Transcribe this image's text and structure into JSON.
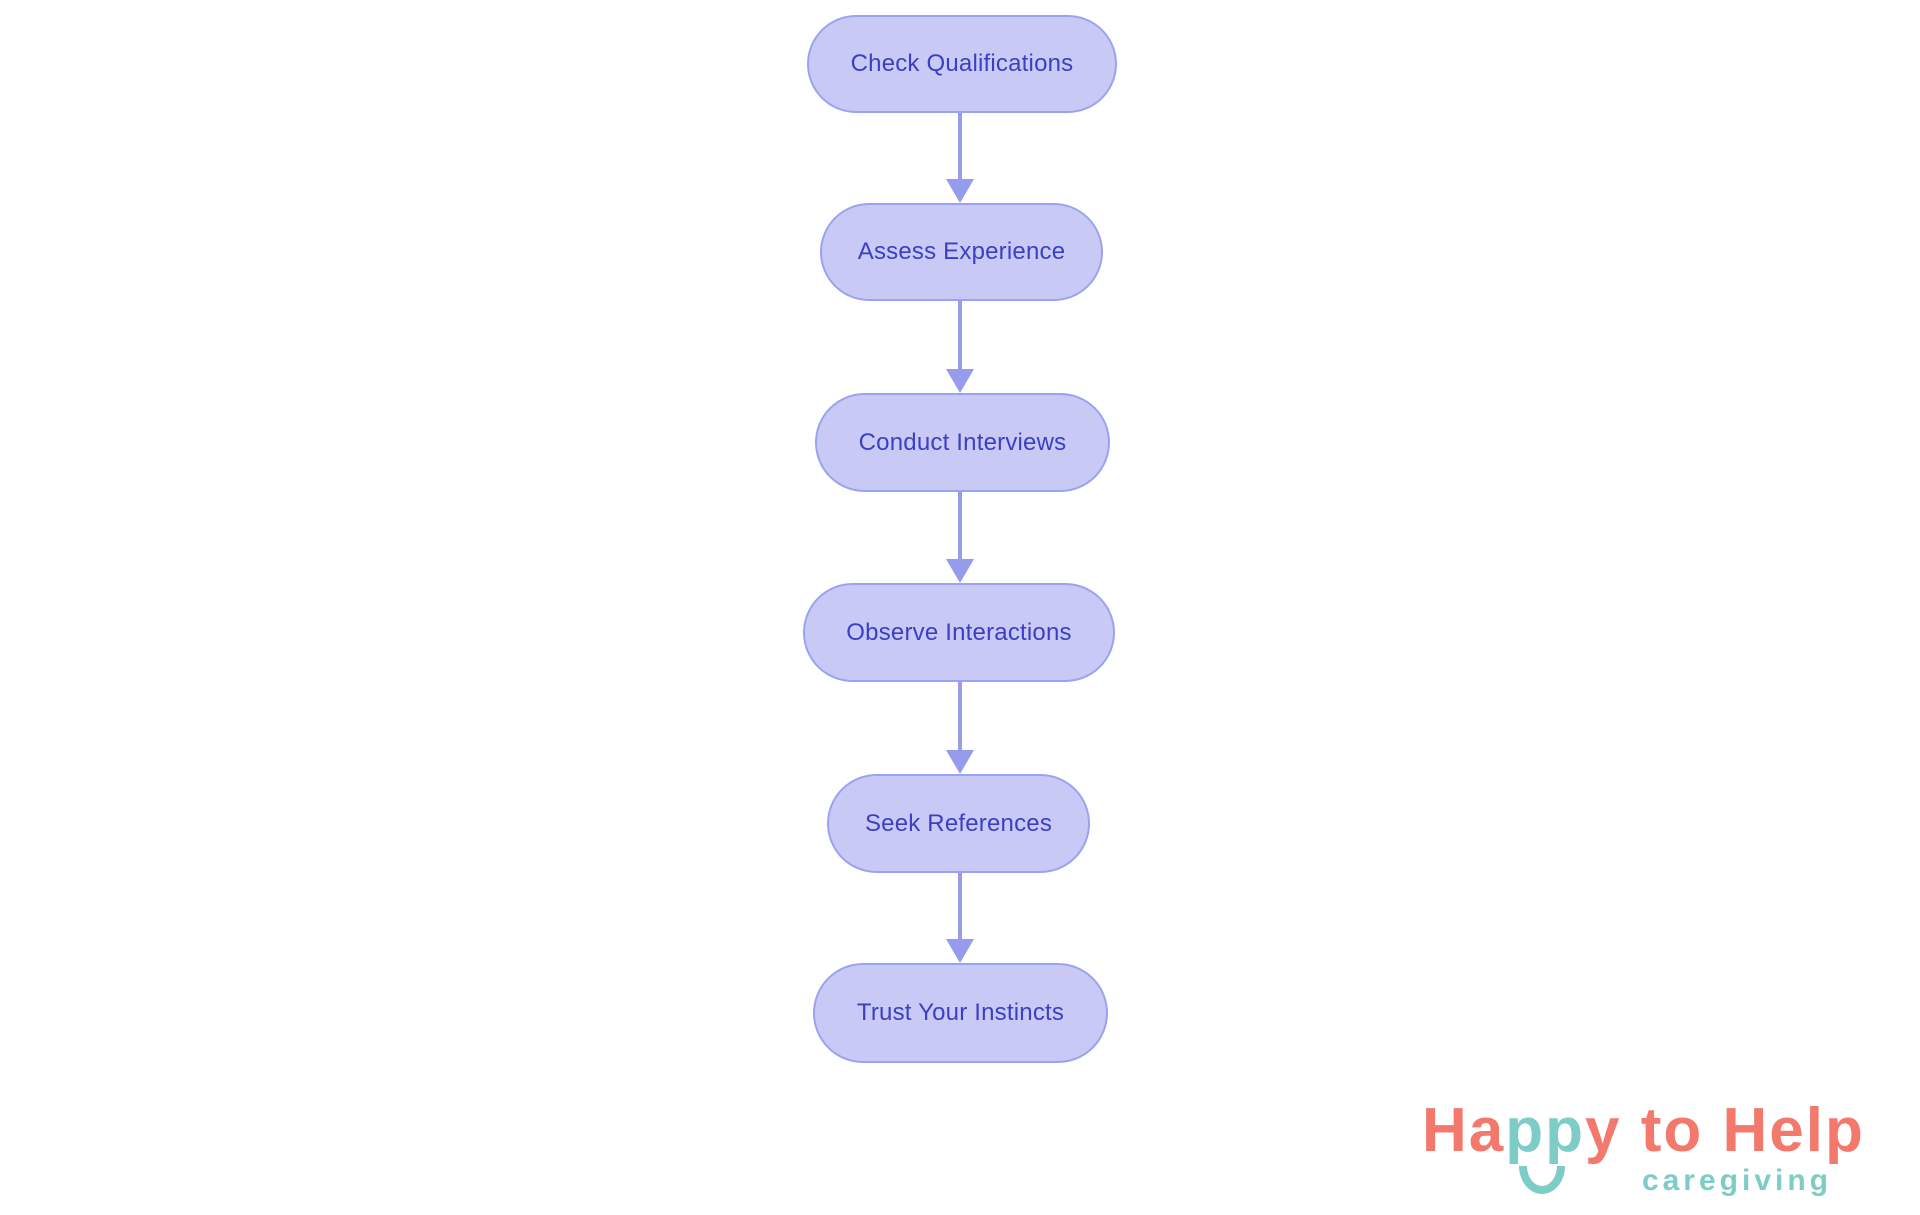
{
  "page": {
    "background": "#ffffff",
    "type": "flowchart-diagram"
  },
  "flowchart": {
    "direction": "top-down",
    "nodes": [
      {
        "id": "check-qualifications",
        "label": "Check Qualifications"
      },
      {
        "id": "assess-experience",
        "label": "Assess Experience"
      },
      {
        "id": "conduct-interviews",
        "label": "Conduct Interviews"
      },
      {
        "id": "observe-interactions",
        "label": "Observe Interactions"
      },
      {
        "id": "seek-references",
        "label": "Seek References"
      },
      {
        "id": "trust-your-instincts",
        "label": "Trust Your Instincts"
      }
    ],
    "connections": [
      {
        "from": "check-qualifications",
        "to": "assess-experience"
      },
      {
        "from": "assess-experience",
        "to": "conduct-interviews"
      },
      {
        "from": "conduct-interviews",
        "to": "observe-interactions"
      },
      {
        "from": "observe-interactions",
        "to": "seek-references"
      },
      {
        "from": "seek-references",
        "to": "trust-your-instincts"
      }
    ],
    "style": {
      "node_fill": "#c8caf5",
      "node_border": "#9ba2f0",
      "node_text": "#3b3fc4",
      "arrow_color": "#959cec",
      "node_shape": "stadium"
    }
  },
  "logo": {
    "brand_parts": [
      {
        "text": "Ha",
        "color": "#f3796d"
      },
      {
        "text": "pp",
        "color": "#7dccc6"
      },
      {
        "text": "y to Help",
        "color": "#f3796d"
      }
    ],
    "tagline": "caregiving",
    "colors": {
      "coral": "#f3796d",
      "teal": "#7dccc6"
    },
    "icon": "smile-arc-icon"
  }
}
